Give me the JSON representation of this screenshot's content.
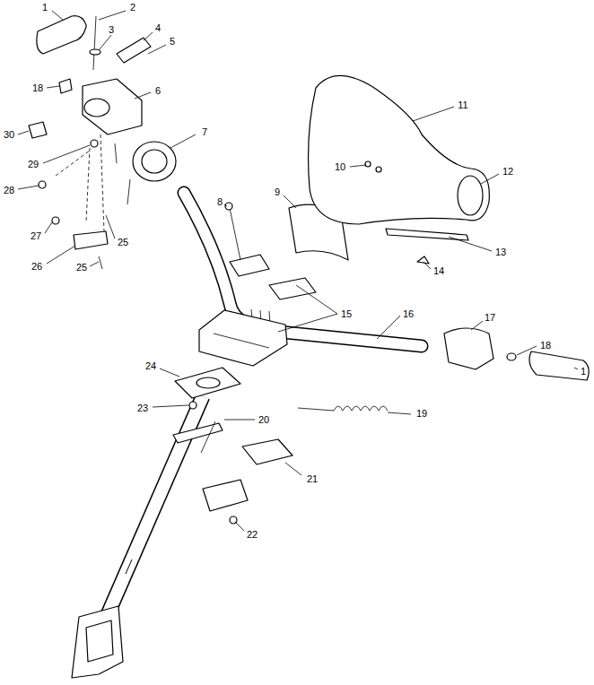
{
  "diagram": {
    "labels": [
      "1",
      "2",
      "3",
      "4",
      "5",
      "18",
      "6",
      "30",
      "7",
      "29",
      "28",
      "25",
      "27",
      "26",
      "25",
      "8",
      "9",
      "10",
      "11",
      "12",
      "13",
      "14",
      "15",
      "16",
      "17",
      "18",
      "1",
      "19",
      "20",
      "21",
      "22",
      "23",
      "24"
    ]
  }
}
